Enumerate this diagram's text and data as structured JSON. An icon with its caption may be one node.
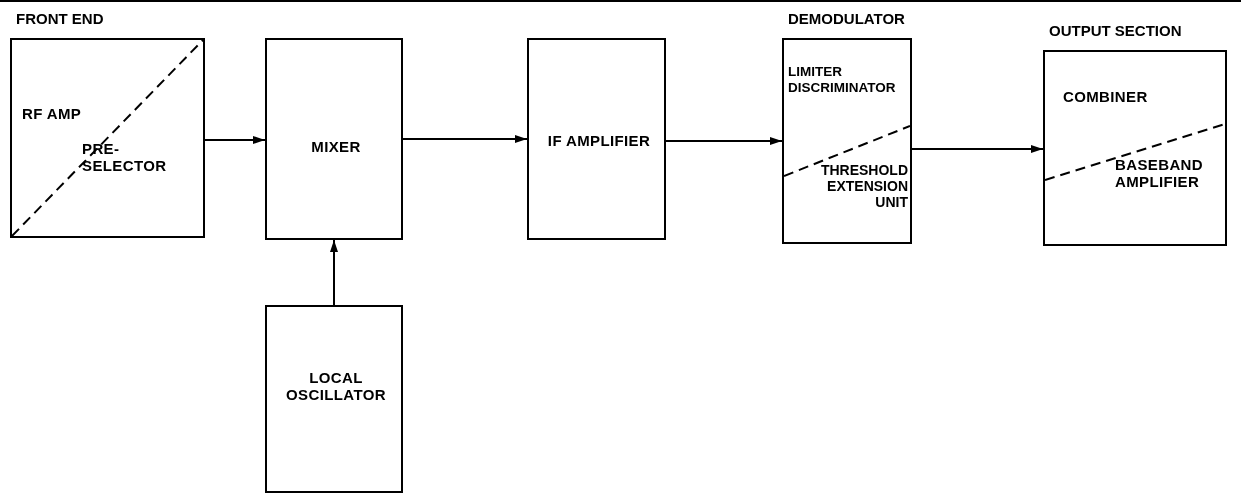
{
  "diagram": {
    "nodes": [
      {
        "text": [
          "FRONT END",
          "RF AMP",
          "PRE- SELECTOR"
        ]
      },
      {
        "text": [
          "MIXER"
        ]
      },
      {
        "text": [
          "IF AMPLIFIER"
        ]
      },
      {
        "text": [
          "DEMODULATOR",
          "LIMITER DISCRIMINATOR",
          "THRESHOLD EXTENSION UNIT"
        ]
      },
      {
        "text": [
          "OUTPUT SECTION",
          "COMBINER",
          "BASEBAND AMPLIFIER"
        ]
      },
      {
        "text": [
          "LOCAL OSCILLATOR"
        ]
      }
    ],
    "edges": [
      {
        "from": 0,
        "to": 1,
        "arrow": "to"
      },
      {
        "from": 1,
        "to": 2,
        "arrow": "to"
      },
      {
        "from": 2,
        "to": 3,
        "arrow": "to"
      },
      {
        "from": 3,
        "to": 4,
        "arrow": "to"
      },
      {
        "from": 5,
        "to": 1,
        "arrow": "to"
      }
    ]
  }
}
